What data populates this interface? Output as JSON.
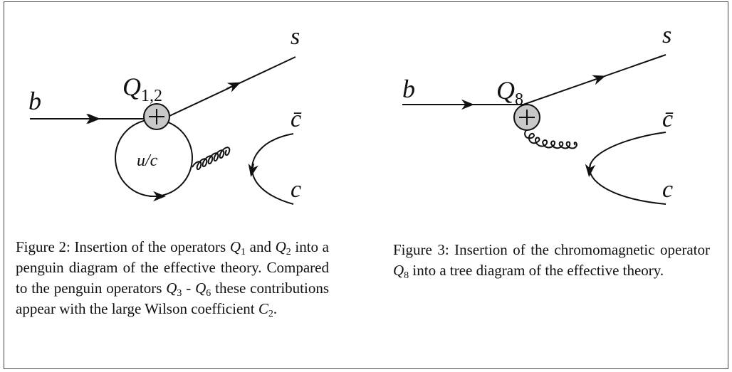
{
  "figure2": {
    "label_b": "b",
    "label_op": "Q",
    "label_op_sub": "1,2",
    "label_s": "s",
    "label_cbar": "c̄",
    "label_c": "c",
    "label_loop": "u/c",
    "caption": {
      "p1": "Figure 2: Insertion of the operators ",
      "q1": "Q",
      "q1_sub": "1",
      "p2": " and ",
      "q2": "Q",
      "q2_sub": "2",
      "p3": " into a penguin diagram of the effective theory. Compared to the penguin operators ",
      "q3": "Q",
      "q3_sub": "3",
      "p4": " - ",
      "q6": "Q",
      "q6_sub": "6",
      "p5": " these contributions appear with the large Wilson coefficient ",
      "c2": "C",
      "c2_sub": "2",
      "p6": "."
    }
  },
  "figure3": {
    "label_b": "b",
    "label_op": "Q",
    "label_op_sub": "8",
    "label_s": "s",
    "label_cbar": "c̄",
    "label_c": "c",
    "caption": {
      "p1": "Figure 3: Insertion of the chromomagnetic operator ",
      "q8": "Q",
      "q8_sub": "8",
      "p2": " into a tree diagram of the effective theory."
    }
  }
}
